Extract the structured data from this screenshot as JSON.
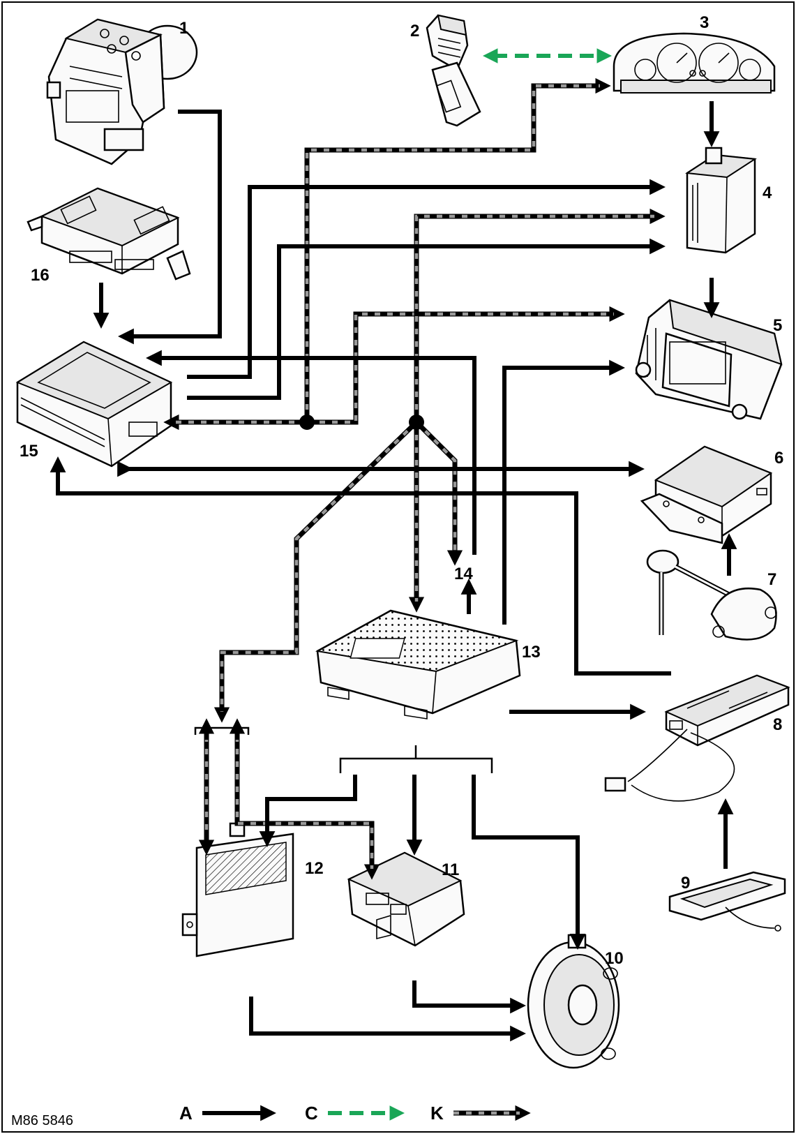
{
  "figure_code": "M86 5846",
  "component_numbers": [
    "1",
    "2",
    "3",
    "4",
    "5",
    "6",
    "7",
    "8",
    "9",
    "10",
    "11",
    "12",
    "13",
    "14",
    "15",
    "16"
  ],
  "legend": {
    "items": [
      {
        "key": "A",
        "style": "solid-black"
      },
      {
        "key": "C",
        "style": "dashed-green"
      },
      {
        "key": "K",
        "style": "dashed-black-grey"
      }
    ]
  },
  "colors": {
    "line_black": "#000000",
    "line_grey_dash": "#9a9a9a",
    "line_green_dash": "#1aa657",
    "frame": "#000000",
    "background": "#ffffff"
  }
}
